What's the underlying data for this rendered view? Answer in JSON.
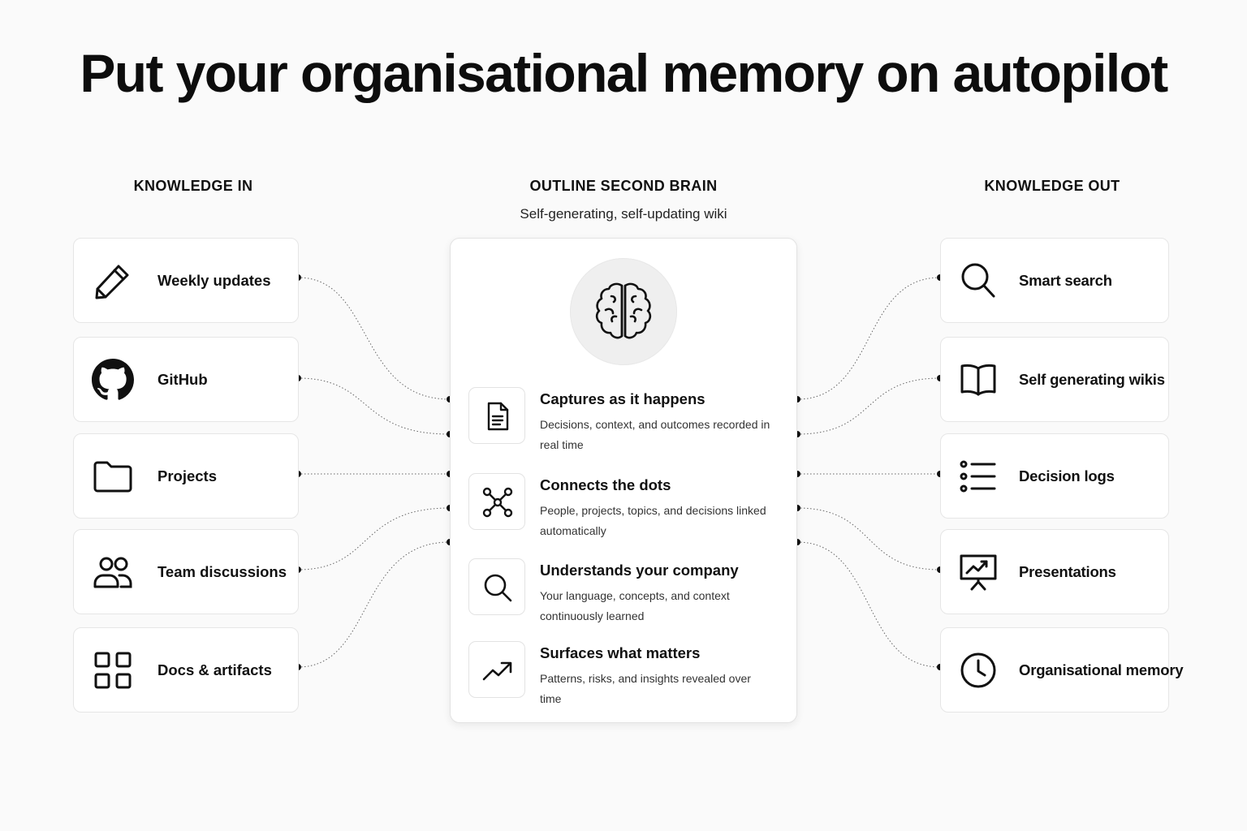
{
  "title": "Put your organisational memory on autopilot",
  "columns": {
    "left_heading": "KNOWLEDGE IN",
    "center_heading": "OUTLINE SECOND BRAIN",
    "center_subtitle": "Self-generating, self-updating wiki",
    "right_heading": "KNOWLEDGE OUT"
  },
  "knowledge_in": [
    {
      "label": "Weekly updates",
      "icon": "pencil-icon"
    },
    {
      "label": "GitHub",
      "icon": "github-icon"
    },
    {
      "label": "Projects",
      "icon": "folder-icon"
    },
    {
      "label": "Team discussions",
      "icon": "users-icon"
    },
    {
      "label": "Docs & artifacts",
      "icon": "grid-icon"
    }
  ],
  "second_brain": {
    "icon": "brain-icon",
    "features": [
      {
        "title": "Captures as it happens",
        "description": "Decisions, context, and outcomes recorded in real time",
        "icon": "document-icon"
      },
      {
        "title": "Connects the dots",
        "description": "People, projects, topics, and decisions linked automatically",
        "icon": "network-icon"
      },
      {
        "title": "Understands your company",
        "description": "Your language, concepts, and context continuously learned",
        "icon": "search-icon"
      },
      {
        "title": "Surfaces what matters",
        "description": "Patterns, risks, and insights revealed over time",
        "icon": "trend-up-icon"
      }
    ]
  },
  "knowledge_out": [
    {
      "label": "Smart search",
      "icon": "search-icon"
    },
    {
      "label": "Self generating wikis",
      "icon": "book-icon"
    },
    {
      "label": "Decision logs",
      "icon": "list-icon"
    },
    {
      "label": "Presentations",
      "icon": "presentation-icon"
    },
    {
      "label": "Organisational memory",
      "icon": "clock-icon"
    }
  ]
}
